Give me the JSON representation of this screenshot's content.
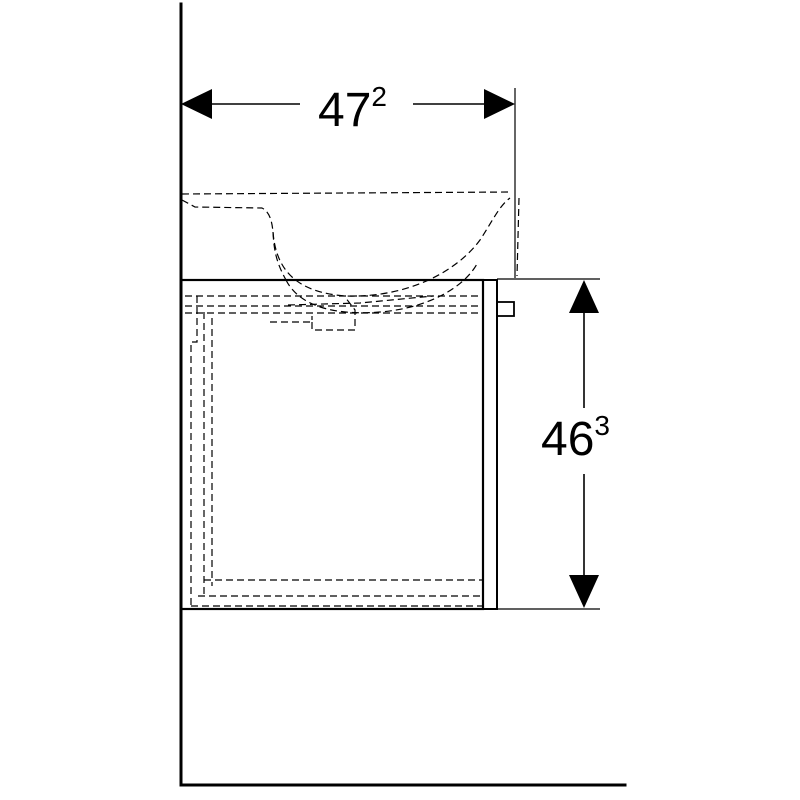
{
  "dimensions": {
    "depth": {
      "main": "47",
      "sup": "2"
    },
    "height": {
      "main": "46",
      "sup": "3"
    }
  },
  "colors": {
    "line": "#000000",
    "background": "#ffffff"
  }
}
